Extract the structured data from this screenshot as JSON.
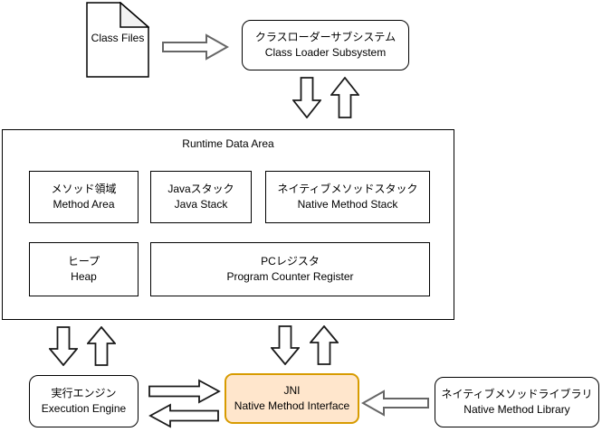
{
  "diagram": {
    "runtime_area_title": "Runtime Data Area",
    "nodes": {
      "class_files": {
        "label": "Class Files"
      },
      "class_loader": {
        "label_ja": "クラスローダーサブシステム",
        "label_en": "Class Loader Subsystem"
      },
      "method_area": {
        "label_ja": "メソッド領域",
        "label_en": "Method Area"
      },
      "java_stack": {
        "label_ja": "Javaスタック",
        "label_en": "Java Stack"
      },
      "native_method_stack": {
        "label_ja": "ネイティブメソッドスタック",
        "label_en": "Native Method Stack"
      },
      "heap": {
        "label_ja": "ヒープ",
        "label_en": "Heap"
      },
      "pc_register": {
        "label_ja": "PCレジスタ",
        "label_en": "Program Counter Register"
      },
      "execution_engine": {
        "label_ja": "実行エンジン",
        "label_en": "Execution Engine"
      },
      "jni": {
        "label_ja": "JNI",
        "label_en": "Native Method Interface"
      },
      "native_method_library": {
        "label_ja": "ネイティブメソッドライブラリ",
        "label_en": "Native Method Library"
      }
    },
    "colors": {
      "jni_fill": "#FFE6CC",
      "jni_border": "#D79B00",
      "box_border": "#000000",
      "arrow_dark": "#1A1A1A",
      "arrow_gray": "#666666",
      "document_fold_fill": "#F2F2F2",
      "background": "#FFFFFF"
    }
  }
}
